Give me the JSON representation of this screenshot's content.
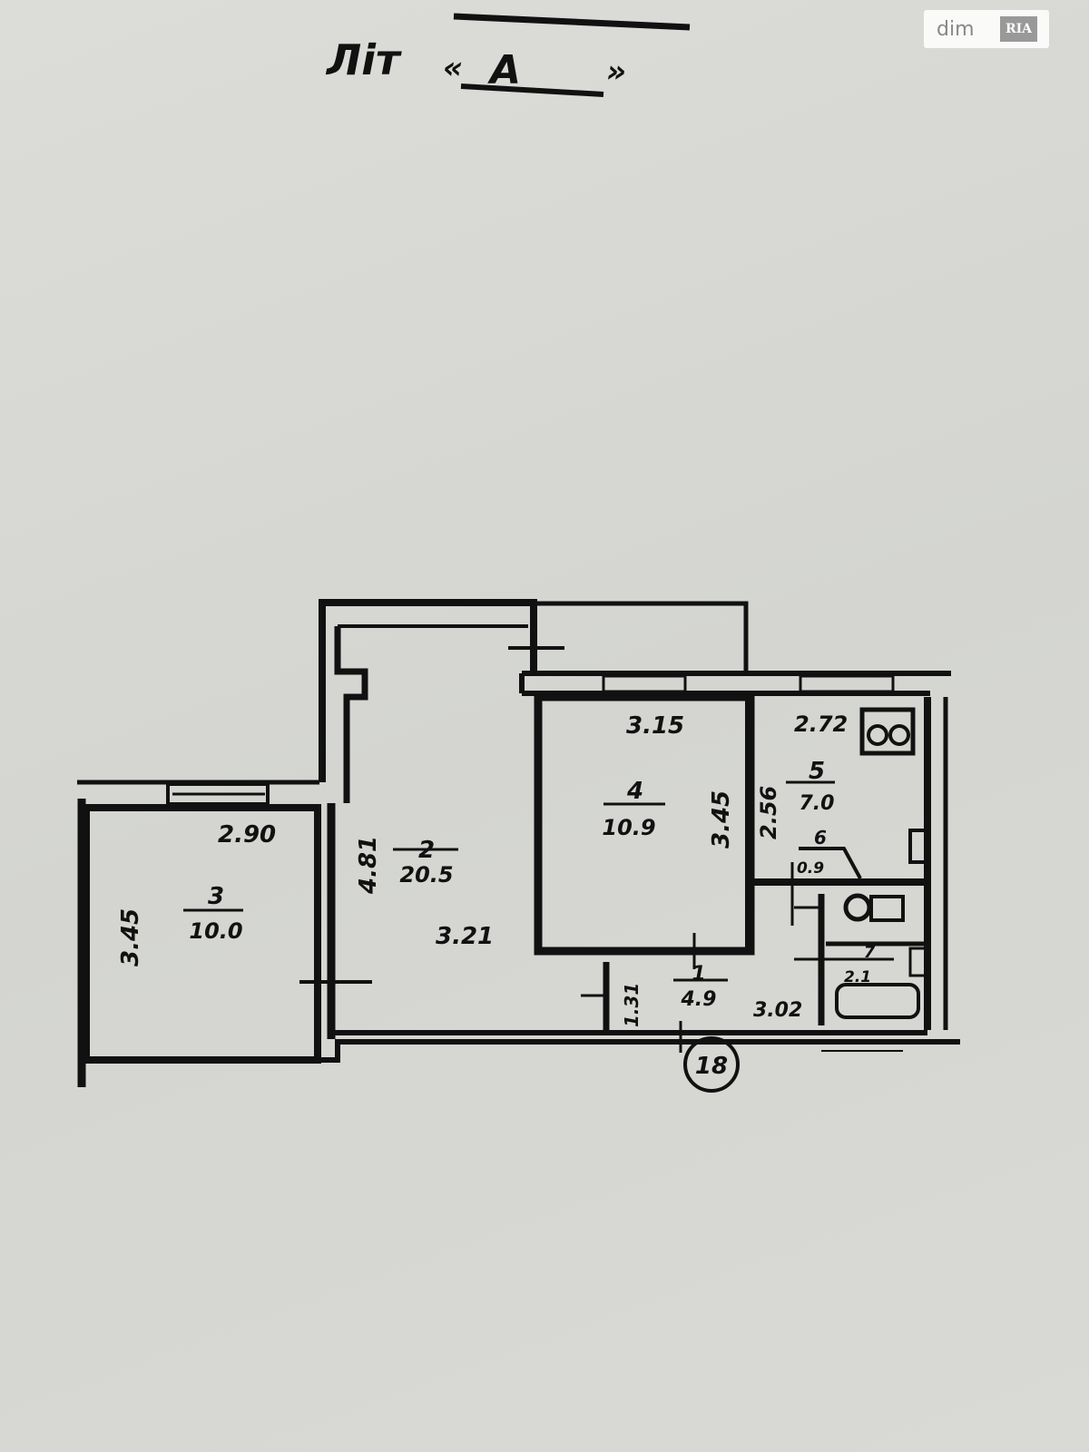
{
  "header": {
    "lit_label": "Літ",
    "quote_open": "«",
    "lit_value": "А",
    "quote_close": "»"
  },
  "watermark": {
    "brand": "dim",
    "brand2": "RIA"
  },
  "plan": {
    "rooms": [
      {
        "number": "1",
        "area": "4.9"
      },
      {
        "number": "2",
        "area": "20.5"
      },
      {
        "number": "3",
        "area": "10.0"
      },
      {
        "number": "4",
        "area": "10.9"
      },
      {
        "number": "5",
        "area": "7.0"
      },
      {
        "number": "6",
        "area": "0.9"
      },
      {
        "number": "7",
        "area": "2.1"
      }
    ],
    "dimensions": {
      "room3_width": "2.90",
      "room3_length": "3.45",
      "room2_width": "4.81",
      "room2_length": "3.21",
      "room4_width": "3.15",
      "room4_length": "3.45",
      "room5_width": "2.72",
      "room5_length": "2.56",
      "room1_width": "1.31",
      "room1_length": "3.02"
    },
    "apartment_number": "18"
  },
  "colors": {
    "ink": "#111111",
    "paper": "#d8d8d4"
  }
}
